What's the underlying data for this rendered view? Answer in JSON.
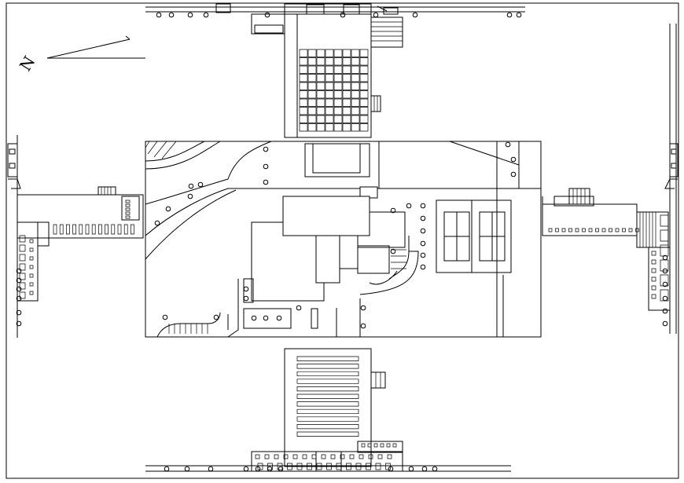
{
  "drawing": {
    "background": "#ffffff",
    "line_color": "#000000",
    "north_label": "N",
    "views": [
      "north-elevation",
      "west-elevation",
      "site-plan",
      "east-elevation",
      "south-elevation"
    ]
  }
}
